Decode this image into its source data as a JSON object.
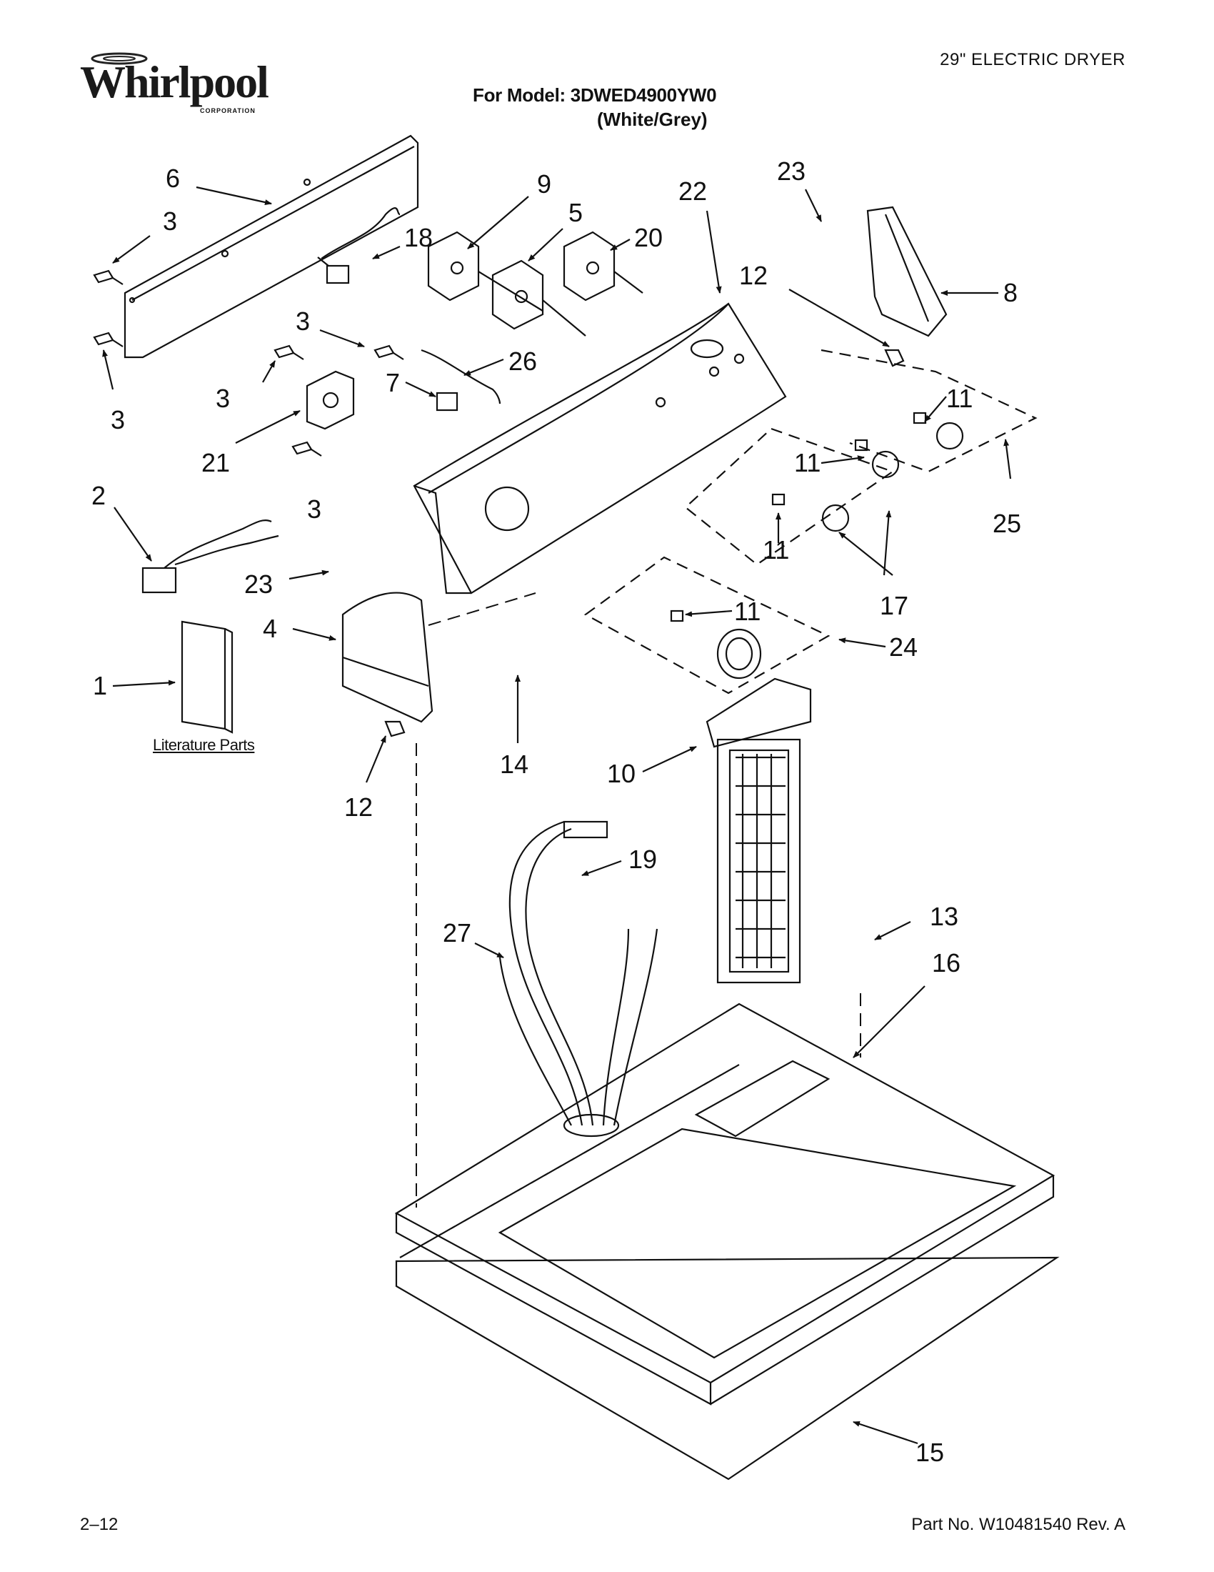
{
  "header": {
    "brand": "Whirlpool",
    "brand_sub": "CORPORATION",
    "product": "29\" ELECTRIC DRYER",
    "model_line": "For Model: 3DWED4900YW0",
    "color_line": "(White/Grey)"
  },
  "footer": {
    "page": "2–12",
    "part_no": "Part No. W10481540 Rev. A"
  },
  "literature_label": "Literature Parts",
  "callouts": [
    "6",
    "3",
    "18",
    "9",
    "5",
    "20",
    "22",
    "23",
    "12",
    "8",
    "3",
    "3",
    "26",
    "7",
    "3",
    "21",
    "3",
    "11",
    "11",
    "25",
    "11",
    "17",
    "2",
    "23",
    "4",
    "1",
    "11",
    "24",
    "14",
    "12",
    "10",
    "19",
    "27",
    "13",
    "16",
    "15"
  ]
}
